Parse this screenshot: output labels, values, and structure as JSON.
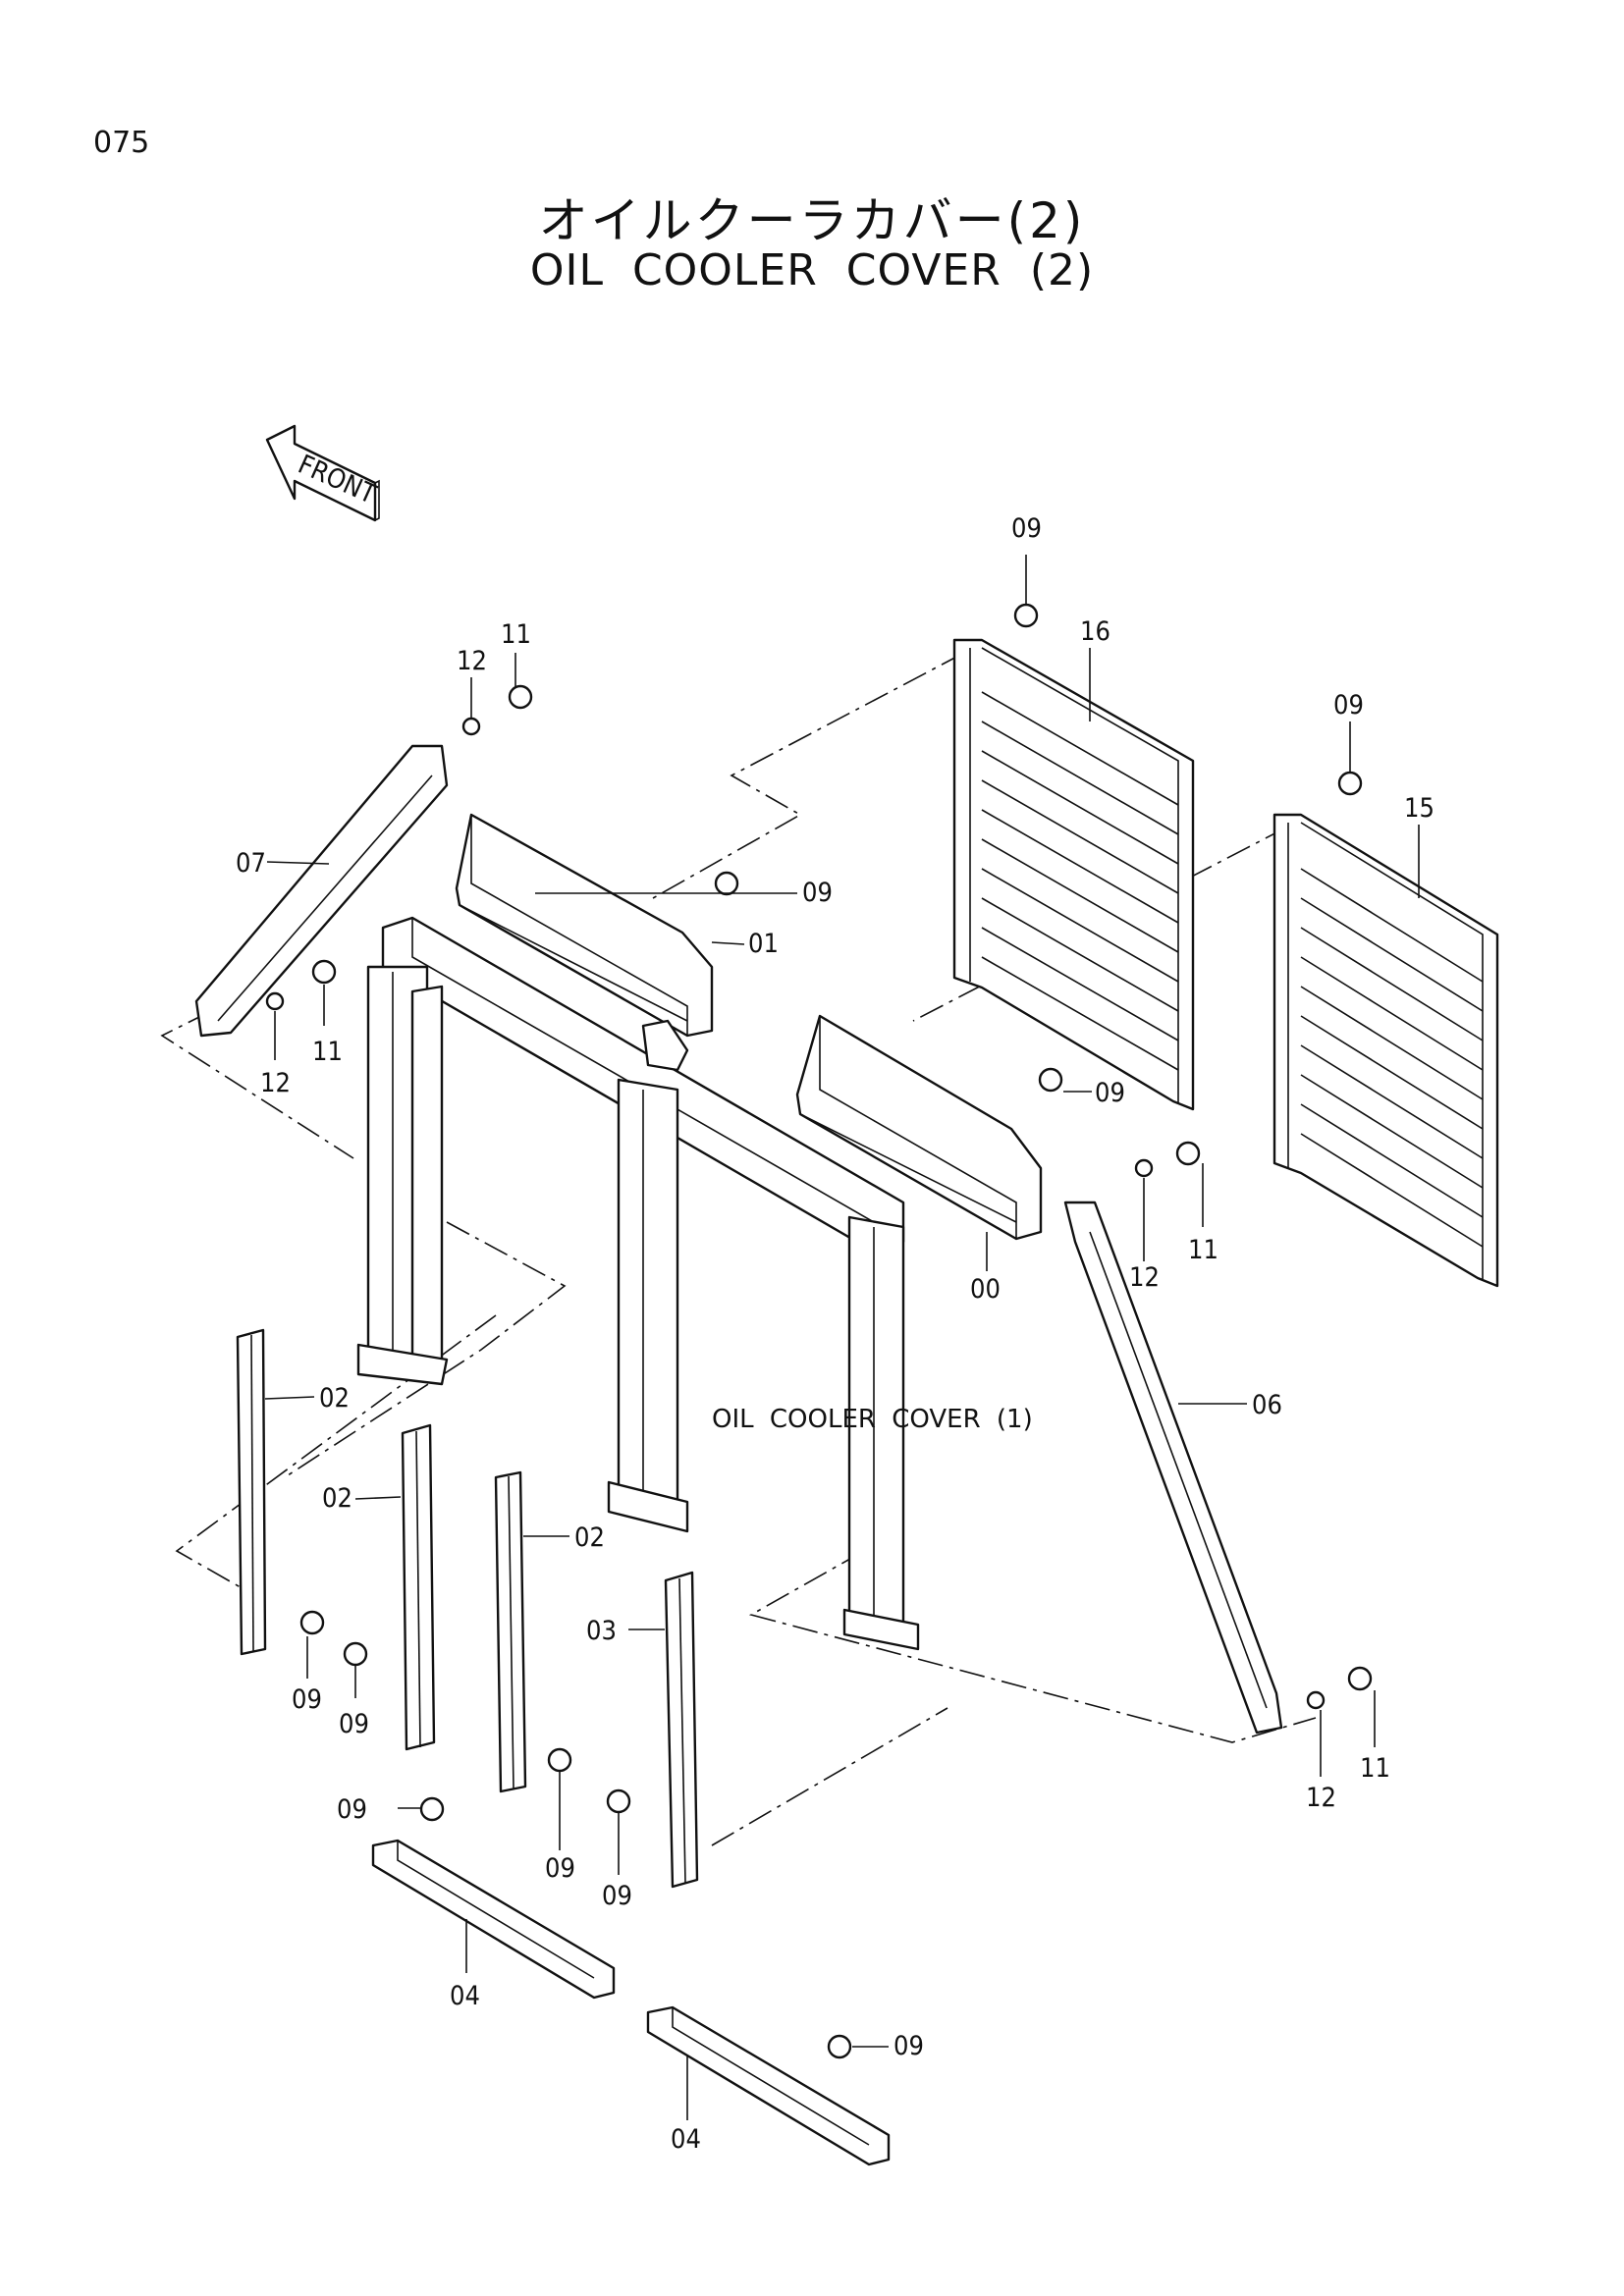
{
  "page": {
    "number": "075"
  },
  "title": {
    "japanese": "オイルクーラカバー(2)",
    "english": "OIL  COOLER  COVER (2)"
  },
  "front_arrow": {
    "label": "FRONT"
  },
  "reference_label": "OIL  COOLER  COVER (1)",
  "callouts": [
    {
      "id": "c-09-top-right-panel",
      "text": "09"
    },
    {
      "id": "c-16",
      "text": "16"
    },
    {
      "id": "c-09-far-right",
      "text": "09"
    },
    {
      "id": "c-15",
      "text": "15"
    },
    {
      "id": "c-11-top",
      "text": "11"
    },
    {
      "id": "c-12-top",
      "text": "12"
    },
    {
      "id": "c-07",
      "text": "07"
    },
    {
      "id": "c-09-bracket-01",
      "text": "09"
    },
    {
      "id": "c-01",
      "text": "01"
    },
    {
      "id": "c-11-left",
      "text": "11"
    },
    {
      "id": "c-12-left",
      "text": "12"
    },
    {
      "id": "c-09-bracket-00",
      "text": "09"
    },
    {
      "id": "c-11-right",
      "text": "11"
    },
    {
      "id": "c-12-right",
      "text": "12"
    },
    {
      "id": "c-00",
      "text": "00"
    },
    {
      "id": "c-02-a",
      "text": "02"
    },
    {
      "id": "c-06",
      "text": "06"
    },
    {
      "id": "c-02-b",
      "text": "02"
    },
    {
      "id": "c-02-c",
      "text": "02"
    },
    {
      "id": "c-03",
      "text": "03"
    },
    {
      "id": "c-09-post-a",
      "text": "09"
    },
    {
      "id": "c-09-post-b",
      "text": "09"
    },
    {
      "id": "c-09-seal-a",
      "text": "09"
    },
    {
      "id": "c-09-post-c",
      "text": "09"
    },
    {
      "id": "c-09-post-d",
      "text": "09"
    },
    {
      "id": "c-12-bottom",
      "text": "12"
    },
    {
      "id": "c-11-bottom",
      "text": "11"
    },
    {
      "id": "c-04-a",
      "text": "04"
    },
    {
      "id": "c-09-seal-b",
      "text": "09"
    },
    {
      "id": "c-04-b",
      "text": "04"
    }
  ]
}
